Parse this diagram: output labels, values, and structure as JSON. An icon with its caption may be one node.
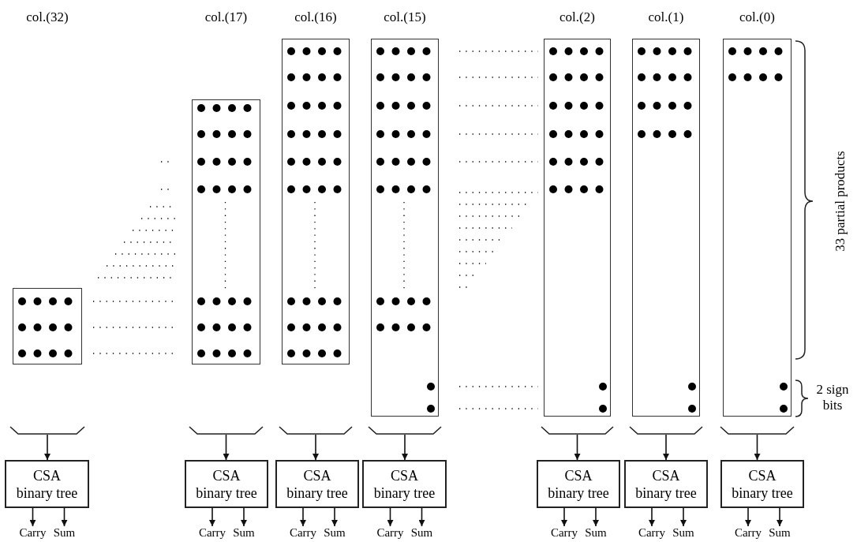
{
  "diagram": {
    "nodes": [
      {
        "text": [],
        "shape": "box"
      },
      {
        "text": [],
        "shape": "box"
      },
      {
        "text": [],
        "shape": "box"
      },
      {
        "text": [],
        "shape": "box"
      },
      {
        "text": [],
        "shape": "box"
      },
      {
        "text": [],
        "shape": "box"
      },
      {
        "text": [],
        "shape": "box"
      },
      {
        "text": [],
        "shape": "trapezoid"
      },
      {
        "text": [],
        "shape": "trapezoid"
      },
      {
        "text": [],
        "shape": "trapezoid"
      },
      {
        "text": [],
        "shape": "trapezoid"
      },
      {
        "text": [],
        "shape": "trapezoid"
      },
      {
        "text": [],
        "shape": "trapezoid"
      },
      {
        "text": [],
        "shape": "trapezoid"
      },
      {
        "text": [
          "CSA binary tree"
        ]
      },
      {
        "text": [
          "CSA binary tree"
        ]
      },
      {
        "text": [
          "CSA binary tree"
        ]
      },
      {
        "text": [
          "CSA binary tree"
        ]
      },
      {
        "text": [
          "CSA binary tree"
        ]
      },
      {
        "text": [
          "CSA binary tree"
        ]
      },
      {
        "text": [
          "CSA binary tree"
        ]
      },
      {
        "text": [
          "Carry"
        ]
      },
      {
        "text": [
          "Sum"
        ]
      },
      {
        "text": [
          "Carry"
        ]
      },
      {
        "text": [
          "Sum"
        ]
      },
      {
        "text": [
          "Carry"
        ]
      },
      {
        "text": [
          "Sum"
        ]
      },
      {
        "text": [
          "Carry"
        ]
      },
      {
        "text": [
          "Sum"
        ]
      },
      {
        "text": [
          "Carry"
        ]
      },
      {
        "text": [
          "Sum"
        ]
      },
      {
        "text": [
          "Carry"
        ]
      },
      {
        "text": [
          "Sum"
        ]
      },
      {
        "text": [
          "Carry"
        ]
      },
      {
        "text": [
          "Sum"
        ]
      }
    ],
    "edges": [
      {
        "from": 7,
        "to": 14,
        "arrow": "to"
      },
      {
        "from": 8,
        "to": 15,
        "arrow": "to"
      },
      {
        "from": 9,
        "to": 16,
        "arrow": "to"
      },
      {
        "from": 10,
        "to": 17,
        "arrow": "to"
      },
      {
        "from": 11,
        "to": 18,
        "arrow": "to"
      },
      {
        "from": 12,
        "to": 19,
        "arrow": "to"
      },
      {
        "from": 13,
        "to": 20,
        "arrow": "to"
      },
      {
        "from": 14,
        "to": 21,
        "arrow": "to"
      },
      {
        "from": 14,
        "to": 22,
        "arrow": "to"
      },
      {
        "from": 15,
        "to": 23,
        "arrow": "to"
      },
      {
        "from": 15,
        "to": 24,
        "arrow": "to"
      },
      {
        "from": 16,
        "to": 25,
        "arrow": "to"
      },
      {
        "from": 16,
        "to": 26,
        "arrow": "to"
      },
      {
        "from": 17,
        "to": 27,
        "arrow": "to"
      },
      {
        "from": 17,
        "to": 28,
        "arrow": "to"
      },
      {
        "from": 18,
        "to": 29,
        "arrow": "to"
      },
      {
        "from": 18,
        "to": 30,
        "arrow": "to"
      },
      {
        "from": 19,
        "to": 31,
        "arrow": "to"
      },
      {
        "from": 19,
        "to": 32,
        "arrow": "to"
      },
      {
        "from": 20,
        "to": 33,
        "arrow": "to"
      },
      {
        "from": 20,
        "to": 34,
        "arrow": "to"
      }
    ],
    "labels": [
      "col.(32)",
      "col.(17)",
      "col.(16)",
      "col.(15)",
      "col.(2)",
      "col.(1)",
      "col.(0)",
      "33 partial products",
      "2 sign bits"
    ]
  }
}
